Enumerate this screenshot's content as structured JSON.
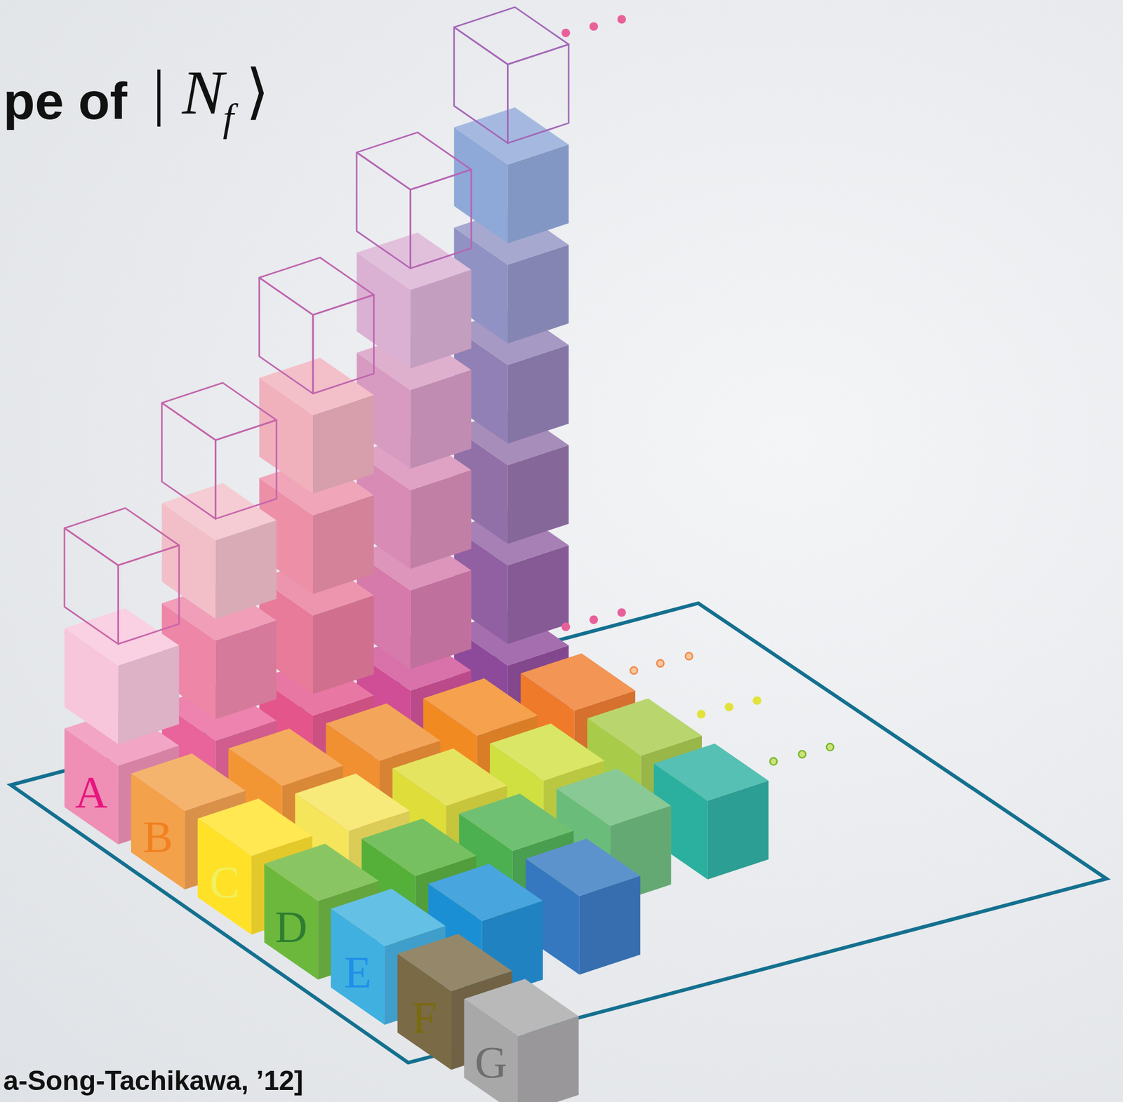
{
  "diagram": {
    "title": "pe of",
    "labels": [
      "| N",
      "f",
      "⟩",
      "A",
      "B",
      "C",
      "D",
      "E",
      "F",
      "G",
      "a-Song-Tachikawa, ’12]"
    ]
  }
}
